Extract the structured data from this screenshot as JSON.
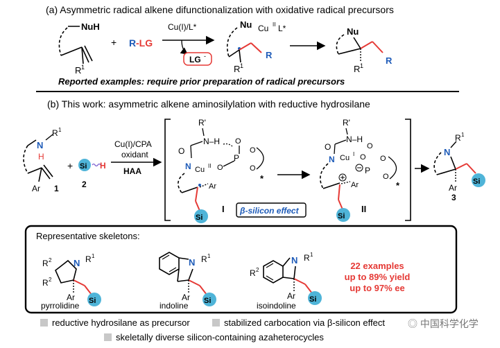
{
  "section_a": {
    "title": "(a) Asymmetric radical alkene difunctionalization with oxidative radical precursors",
    "nuh": "NuH",
    "r1": "R",
    "r1_sup": "1",
    "plus": "+",
    "reagent": "R-LG",
    "catalyst": "Cu(I)/L*",
    "byproduct": "LG",
    "byproduct_sup": "-",
    "intermediate_nu": "Nu",
    "intermediate_cu": "Cu",
    "intermediate_cu_sup": "II",
    "intermediate_l": "L*",
    "r_label": "R",
    "product_nu": "Nu",
    "note": "Reported examples: require prior preparation of radical precursors"
  },
  "section_b": {
    "title": "(b) This work: asymmetric alkene aminosilylation with reductive hydrosilane",
    "n": "N",
    "h": "H",
    "r1": "R",
    "r1_sup": "1",
    "ar": "Ar",
    "cmpd1": "1",
    "plus": "+",
    "si": "Si",
    "si_h": "H",
    "cmpd2": "2",
    "catalyst": "Cu(I)/CPA",
    "oxidant": "oxidant",
    "haa": "HAA",
    "int1_rprime": "R'",
    "int1_nh": "N–H",
    "int1_o": "O",
    "int1_p": "P",
    "int1_n": "N",
    "int1_cu": "Cu",
    "int1_cu_sup": "II",
    "int1_ar": "Ar",
    "int1_label": "I",
    "star": "*",
    "effect": "β-silicon effect",
    "int2_rprime": "R'",
    "int2_nh": "N–H",
    "int2_n": "N",
    "int2_cu": "Cu",
    "int2_cu_sup": "I",
    "int2_o": "O",
    "int2_p": "P",
    "int2_ar": "Ar",
    "int2_label": "II",
    "product_n": "N",
    "product_r1": "R",
    "product_ar": "Ar",
    "cmpd3": "3"
  },
  "skeletons": {
    "title": "Representative skeletons:",
    "pyrrolidine": {
      "label": "pyrrolidine",
      "r2": "R",
      "r2_sup": "2",
      "n": "N",
      "r1": "R",
      "r1_sup": "1",
      "ar": "Ar",
      "si": "Si"
    },
    "indoline": {
      "label": "indoline",
      "n": "N",
      "r1": "R",
      "r1_sup": "1",
      "ar": "Ar",
      "si": "Si"
    },
    "isoindoline": {
      "label": "isoindoline",
      "r2": "R",
      "r2_sup": "2",
      "n": "N",
      "r1": "R",
      "r1_sup": "1",
      "ar": "Ar",
      "si": "Si"
    },
    "stats": [
      "22 examples",
      "up to 89% yield",
      "up to 97% ee"
    ]
  },
  "legend": [
    "reductive hydrosilane as precursor",
    "stabilized carbocation via β-silicon effect",
    "skeletally diverse silicon-containing azaheterocycles"
  ],
  "watermark": "中国科学化学",
  "colors": {
    "red": "#e53935",
    "blue": "#1e5bb8",
    "si_ball": "#4fb4d8",
    "gray": "#c8c8c8"
  }
}
